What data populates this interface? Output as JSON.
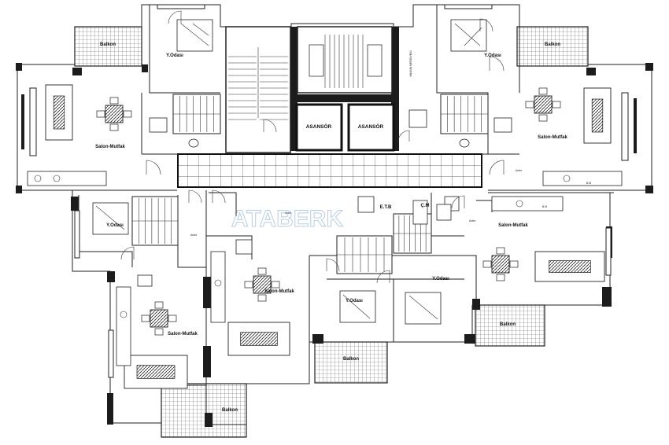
{
  "labels": {
    "balkon": "Balkon",
    "yatak_odasi": "Y.Odası",
    "salon_mutfak": "Salon-Mutfak",
    "antre": "Antre",
    "asansor": "ASANSÖR",
    "etb": "E.T.B",
    "cm": "Ç.M",
    "bm": "B.M",
    "yangin_merdiveni": "YANGIN MERDİVENİ"
  },
  "watermark": "ATABERK",
  "colors": {
    "wall": "#1c1c1c",
    "line": "#222222",
    "watermark": "#7aa6cf",
    "background": "#ffffff"
  }
}
